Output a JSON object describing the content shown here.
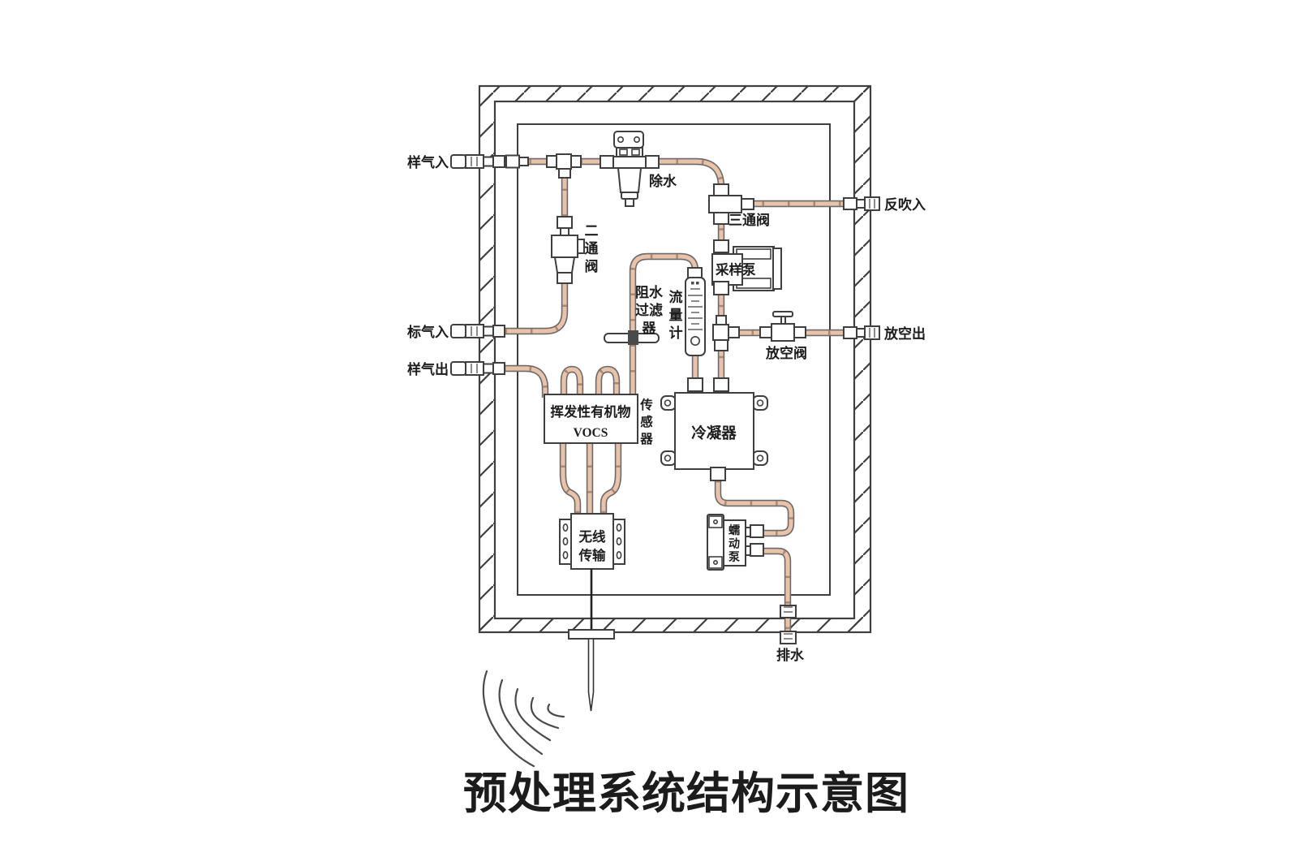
{
  "title": "预处理系统结构示意图",
  "diagram": {
    "ports": {
      "sample_gas_in": "样气入",
      "standard_gas_in": "标气入",
      "sample_gas_out": "样气出",
      "backflush_in": "反吹入",
      "vent_out": "放空出",
      "drain": "排水"
    },
    "components": {
      "water_removal": "除水",
      "three_way_valve": "三通阀",
      "two_way_valve": "二通阀",
      "sampling_pump": "采样泵",
      "water_block_filter": [
        "阻水",
        "过滤",
        "器"
      ],
      "flow_meter": "流量计",
      "vent_valve": "放空阀",
      "voc_box_line1": "挥发性有机物",
      "voc_box_line2": "VOCS",
      "sensor": "传感器",
      "condenser": "冷凝器",
      "wireless_line1": "无线",
      "wireless_line2": "传输",
      "peristaltic_pump": "蠕动泵"
    },
    "colors": {
      "pipe_fill": "#e9c2aa",
      "pipe_outline": "#6a6a6a",
      "pipe_dash": "#ab8873",
      "line": "#3f3f3f",
      "label": "#1c1c1c",
      "background": "#ffffff"
    }
  }
}
